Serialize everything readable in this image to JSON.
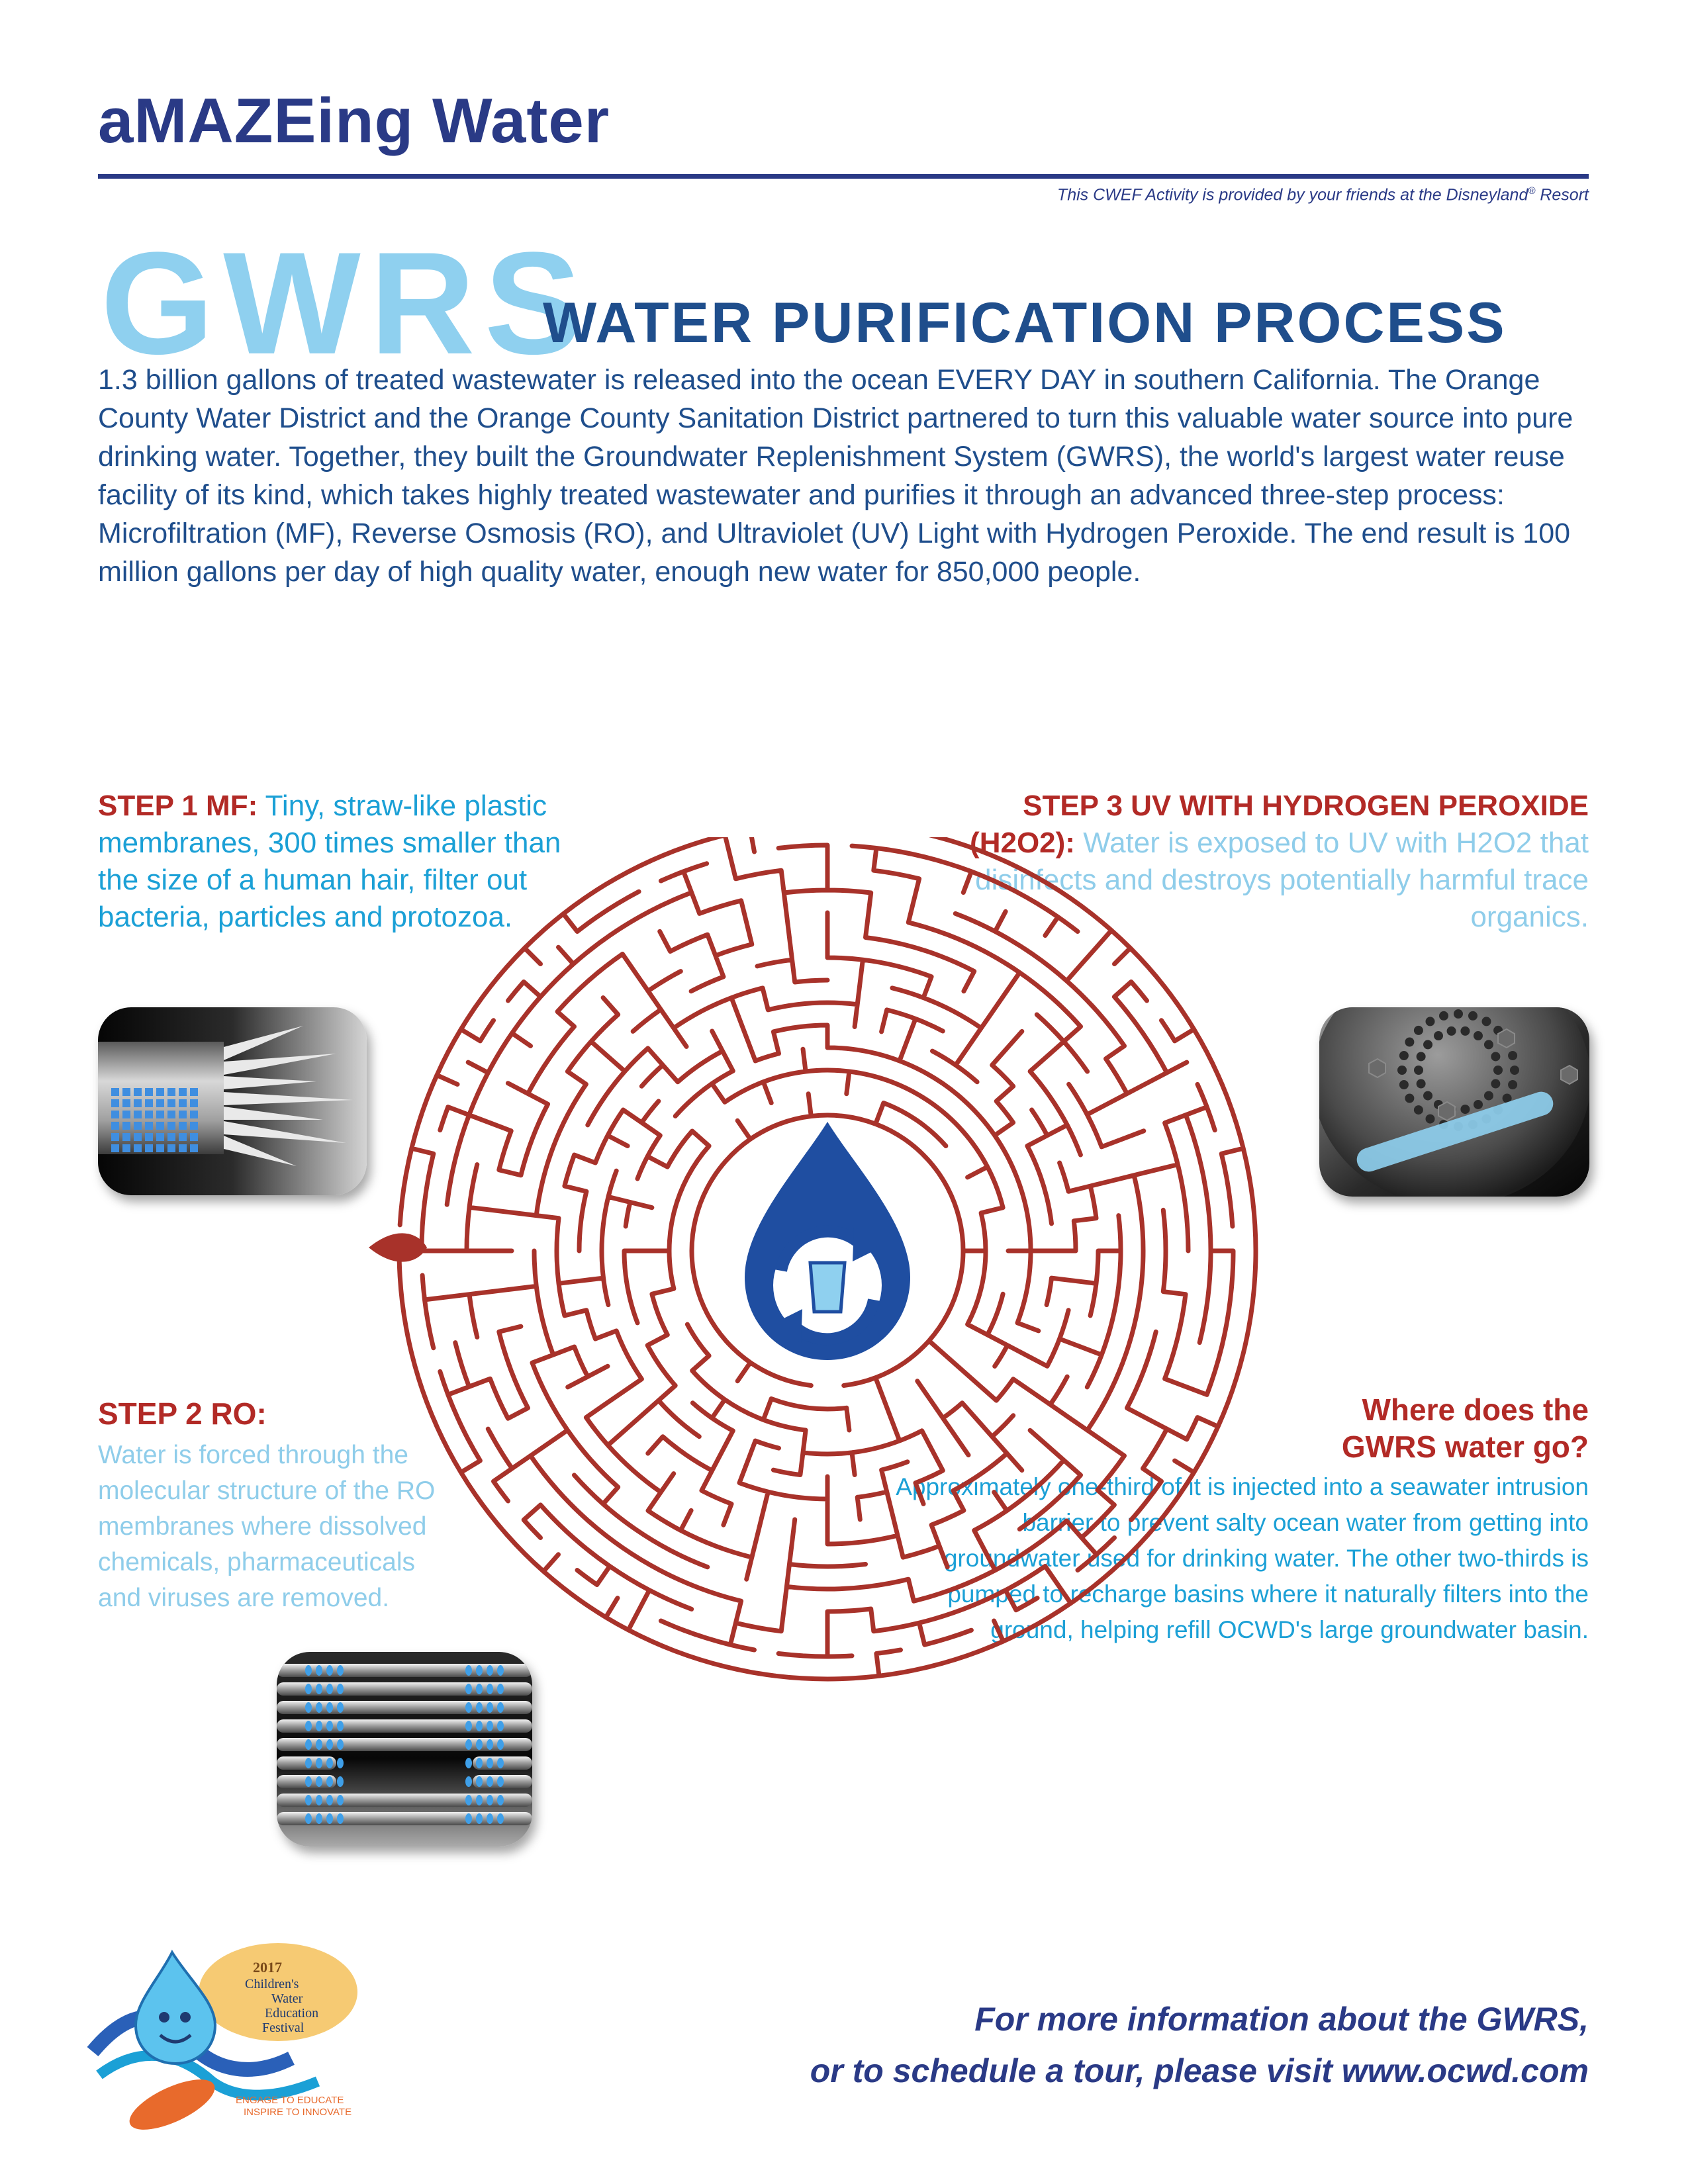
{
  "header": {
    "title": "aMAZEing Water",
    "credit_prefix": "This CWEF Activity is provided by your friends at the Disneyland",
    "credit_mark": "®",
    "credit_suffix": " Resort"
  },
  "heading": {
    "acronym": "GWRS",
    "subtitle": "WATER PURIFICATION PROCESS"
  },
  "intro": "1.3 billion gallons of treated wastewater is released into the ocean EVERY DAY in southern California. The Orange County Water District and the Orange County Sanitation District partnered to turn this valuable water source into pure drinking water. Together, they built the Groundwater Replenishment System (GWRS), the world's largest water reuse facility of its kind, which takes highly treated wastewater and purifies it through an advanced three-step process: Microfiltration (MF), Reverse Osmosis (RO), and Ultraviolet (UV) Light with Hydrogen Peroxide. The end result is 100 million gallons per day of high quality water, enough new water for 850,000 people.",
  "steps": {
    "step1": {
      "heading": "STEP 1 MF:",
      "body": "Tiny, straw-like plastic membranes, 300 times smaller than the size of a human hair, filter out bacteria, particles and protozoa."
    },
    "step2": {
      "heading": "STEP 2 RO:",
      "body": "Water is forced through the molecular structure of the RO membranes where dissolved chemicals, pharmaceuticals and viruses are removed."
    },
    "step3": {
      "heading": "STEP 3 UV WITH HYDROGEN PEROXIDE (H2O2):",
      "body": "Water is exposed to UV with H2O2 that disinfects and destroys potentially harmful trace organics."
    }
  },
  "where": {
    "heading_line1": "Where does the",
    "heading_line2": "GWRS water go?",
    "body": "Approximately one-third of it is injected into a seawater intrusion barrier to prevent salty ocean water from getting into groundwater used for drinking water. The other two-thirds is pumped to recharge basins where it naturally filters into the ground, helping refill OCWD's large groundwater basin."
  },
  "footer": {
    "line1": "For more information about the GWRS,",
    "line2": "or to schedule a tour, please visit www.ocwd.com"
  },
  "logo": {
    "year": "2017",
    "line1": "Children's",
    "line2": "Water",
    "line3": "Education",
    "line4": "Festival",
    "tag1": "ENGAGE TO EDUCATE",
    "tag2": "INSPIRE TO INNOVATE"
  },
  "colors": {
    "navy": "#2a3a86",
    "maze_red": "#a8322a",
    "step_heading_red": "#b22a26",
    "text_blue": "#1ba0d6",
    "light_blue": "#8fcdea",
    "drop_blue": "#1f4ea1"
  },
  "icons": {
    "maze_center": "water-drop-recycle-cup-icon",
    "maze_entry": "red-drop-icon"
  }
}
